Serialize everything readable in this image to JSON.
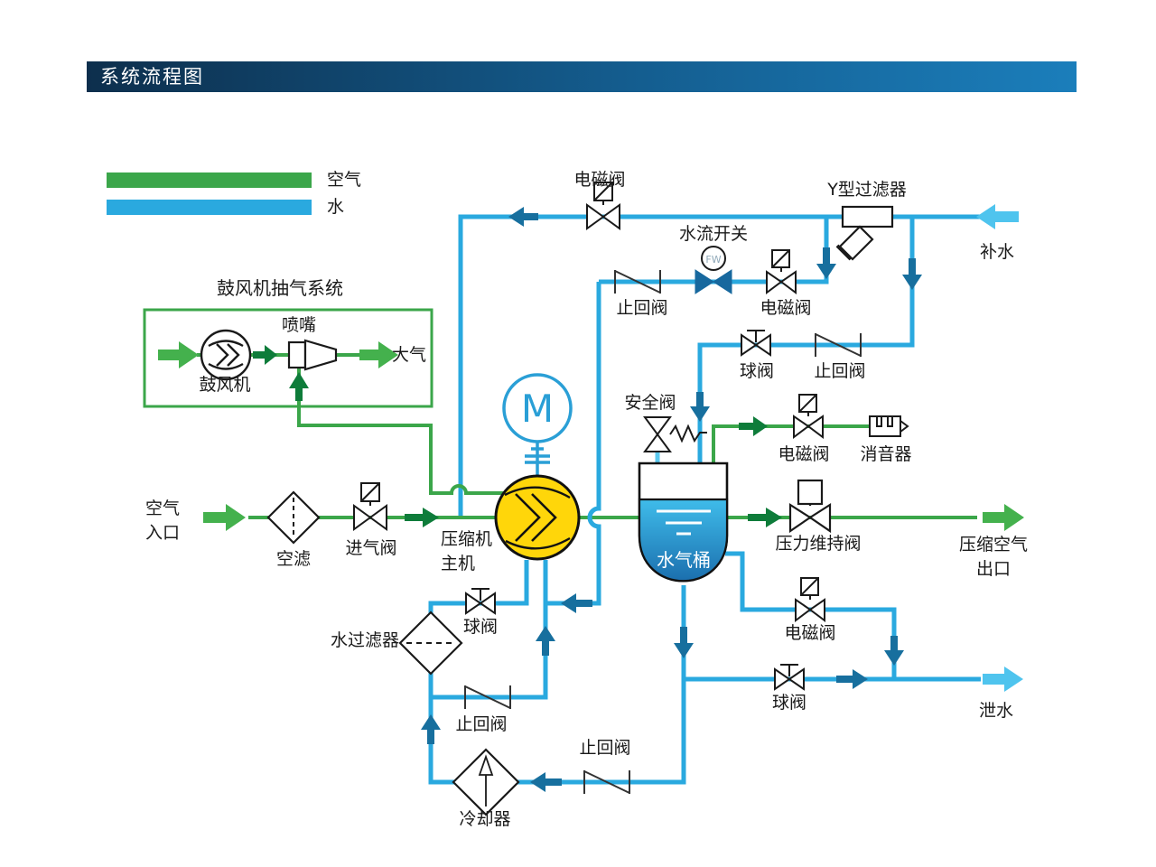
{
  "header": {
    "title": "系统流程图"
  },
  "legend": {
    "air_label": "空气",
    "water_label": "水",
    "air_color": "#3BA64A",
    "water_color": "#2AA9DF"
  },
  "terms": {
    "blower_system_title": "鼓风机抽气系统",
    "blower": "鼓风机",
    "nozzle": "喷嘴",
    "atmosphere": "大气",
    "air_inlet": "空气\n入口",
    "air_filter": "空滤",
    "intake_valve": "进气阀",
    "compressor_main": "压缩机\n主机",
    "motor": "M",
    "solenoid_valve": "电磁阀",
    "check_valve": "止回阀",
    "ball_valve": "球阀",
    "flow_switch": "水流开关",
    "flow_switch_tag": "FW",
    "y_strainer": "Y型过滤器",
    "makeup_water": "补水",
    "safety_valve": "安全阀",
    "muffler": "消音器",
    "water_gas_tank": "水气桶",
    "pressure_maintaining_valve": "压力维持阀",
    "compressed_air_outlet": "压缩空气\n出口",
    "water_filter": "水过滤器",
    "cooler": "冷却器",
    "drain_water": "泄水"
  },
  "colors": {
    "pipe_air": "#3BA64A",
    "pipe_water": "#2AA9DF",
    "arrow_air_dark": "#0E7C3A",
    "arrow_air_light": "#44B14D",
    "arrow_water_dark": "#176F9E",
    "arrow_water_light": "#4FC4EE",
    "compressor_fill": "#FFD60A",
    "motor_stroke": "#2A9FD6",
    "tank_fill_top": "#3FBCEA",
    "tank_fill_bottom": "#1B6FAE",
    "header_gradient_left": "#0D2F4D",
    "header_gradient_right": "#1B7EBB"
  }
}
